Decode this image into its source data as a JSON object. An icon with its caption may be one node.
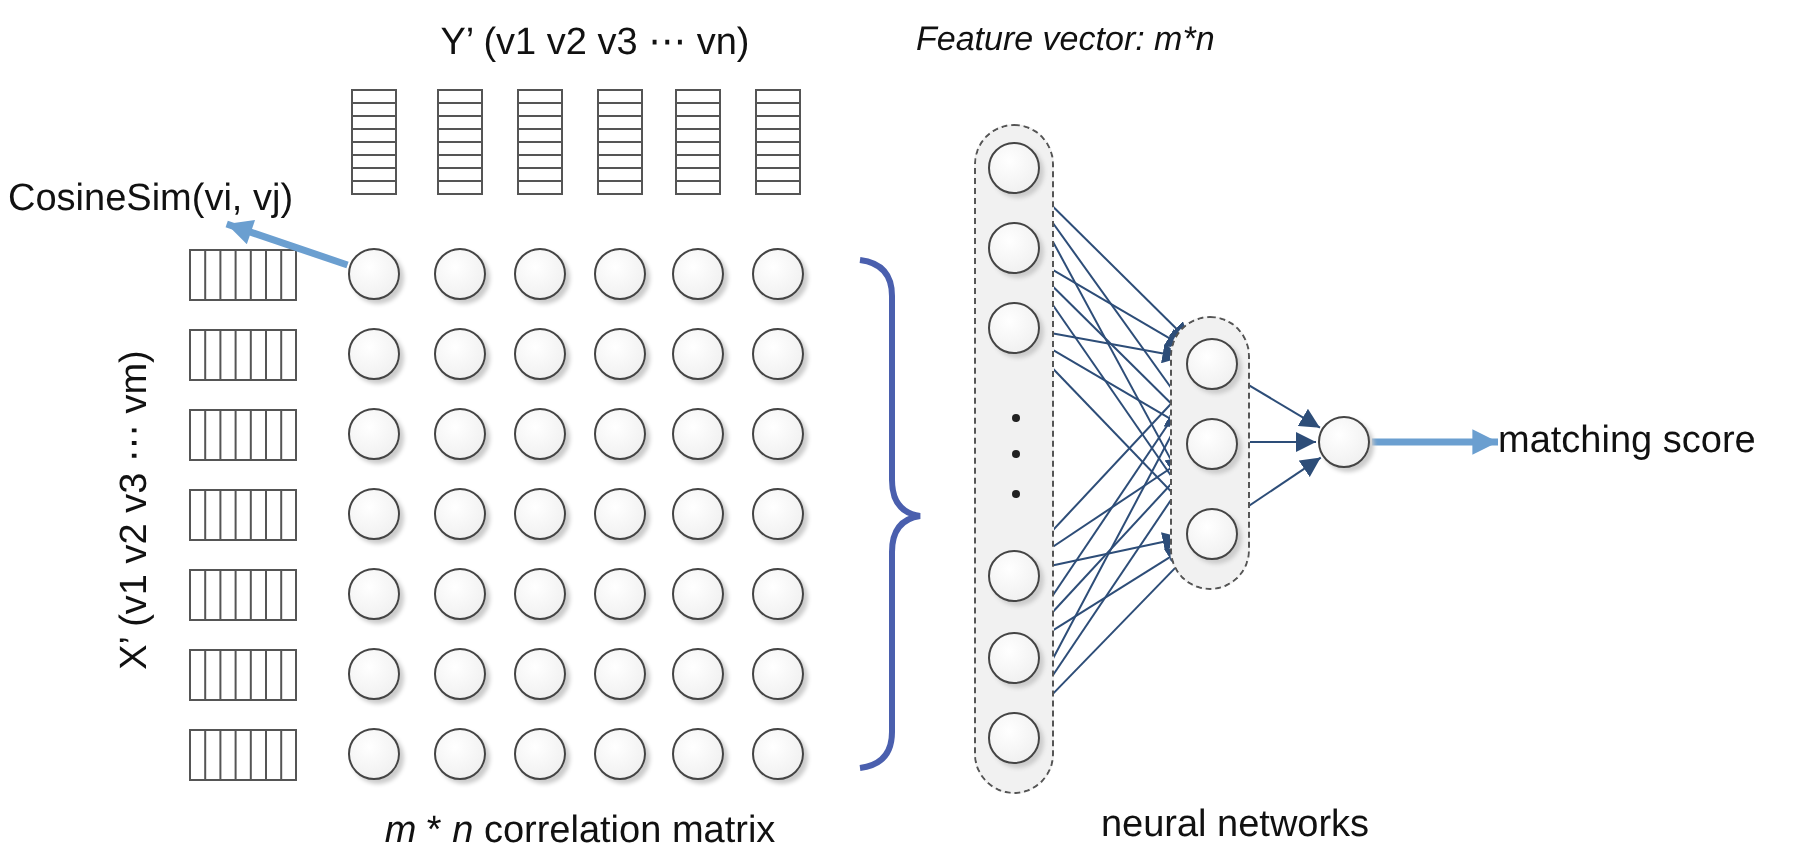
{
  "diagram": {
    "nodes": [
      {
        "text": [
          "CosineSim(vi, vj)"
        ]
      },
      {
        "text": [],
        "shape": "circle"
      },
      {
        "text": [],
        "shape": "circle"
      },
      {
        "text": [],
        "shape": "circle"
      },
      {
        "text": [],
        "shape": "circle"
      },
      {
        "text": [],
        "shape": "circle"
      },
      {
        "text": [],
        "shape": "circle"
      },
      {
        "text": [],
        "shape": "circle"
      },
      {
        "text": [],
        "shape": "circle"
      },
      {
        "text": [],
        "shape": "circle"
      },
      {
        "text": [],
        "shape": "circle"
      },
      {
        "text": [],
        "shape": "circle"
      },
      {
        "text": [],
        "shape": "circle"
      },
      {
        "text": [],
        "shape": "circle"
      },
      {
        "text": [],
        "shape": "circle"
      },
      {
        "text": [],
        "shape": "circle"
      },
      {
        "text": [],
        "shape": "circle"
      },
      {
        "text": [],
        "shape": "circle"
      },
      {
        "text": [],
        "shape": "circle"
      },
      {
        "text": [],
        "shape": "circle"
      },
      {
        "text": [],
        "shape": "circle"
      },
      {
        "text": [],
        "shape": "circle"
      },
      {
        "text": [],
        "shape": "circle"
      },
      {
        "text": [],
        "shape": "circle"
      },
      {
        "text": [],
        "shape": "circle"
      },
      {
        "text": [],
        "shape": "circle"
      },
      {
        "text": [],
        "shape": "circle"
      },
      {
        "text": [],
        "shape": "circle"
      },
      {
        "text": [],
        "shape": "circle"
      },
      {
        "text": [],
        "shape": "circle"
      },
      {
        "text": [],
        "shape": "circle"
      },
      {
        "text": [],
        "shape": "circle"
      },
      {
        "text": [],
        "shape": "circle"
      },
      {
        "text": [],
        "shape": "circle"
      },
      {
        "text": [],
        "shape": "circle"
      },
      {
        "text": [],
        "shape": "circle"
      },
      {
        "text": [],
        "shape": "circle"
      },
      {
        "text": [],
        "shape": "circle"
      },
      {
        "text": [],
        "shape": "circle"
      },
      {
        "text": [],
        "shape": "circle"
      },
      {
        "text": [],
        "shape": "circle"
      },
      {
        "text": [],
        "shape": "circle"
      },
      {
        "text": [],
        "shape": "circle"
      },
      {
        "text": [],
        "shape": "box"
      },
      {
        "text": [],
        "shape": "circle",
        "in": 43
      },
      {
        "text": [],
        "shape": "circle",
        "in": 43
      },
      {
        "text": [],
        "shape": "circle",
        "in": 43
      },
      {
        "text": [],
        "shape": "circle",
        "in": 43
      },
      {
        "text": [],
        "shape": "circle",
        "in": 43
      },
      {
        "text": [],
        "shape": "circle",
        "in": 43
      },
      {
        "text": [],
        "shape": "box"
      },
      {
        "text": [],
        "shape": "circle",
        "in": 50
      },
      {
        "text": [],
        "shape": "circle",
        "in": 50
      },
      {
        "text": [],
        "shape": "circle",
        "in": 50
      },
      {
        "text": [],
        "shape": "circle"
      },
      {
        "text": [
          "matching score"
        ]
      }
    ],
    "edges": [
      {
        "from": 1,
        "to": 0,
        "arrow": "to",
        "style": "thick",
        "color": "#6b9fd0"
      },
      {
        "from": 44,
        "to": 51,
        "arrow": "to"
      },
      {
        "from": 44,
        "to": 52,
        "arrow": "to"
      },
      {
        "from": 44,
        "to": 53,
        "arrow": "to"
      },
      {
        "from": 45,
        "to": 51,
        "arrow": "to"
      },
      {
        "from": 45,
        "to": 52,
        "arrow": "to"
      },
      {
        "from": 45,
        "to": 53,
        "arrow": "to"
      },
      {
        "from": 46,
        "to": 51,
        "arrow": "to"
      },
      {
        "from": 46,
        "to": 52,
        "arrow": "to"
      },
      {
        "from": 46,
        "to": 53,
        "arrow": "to"
      },
      {
        "from": 47,
        "to": 51,
        "arrow": "to"
      },
      {
        "from": 47,
        "to": 52,
        "arrow": "to"
      },
      {
        "from": 47,
        "to": 53,
        "arrow": "to"
      },
      {
        "from": 48,
        "to": 51,
        "arrow": "to"
      },
      {
        "from": 48,
        "to": 52,
        "arrow": "to"
      },
      {
        "from": 48,
        "to": 53,
        "arrow": "to"
      },
      {
        "from": 49,
        "to": 51,
        "arrow": "to"
      },
      {
        "from": 49,
        "to": 52,
        "arrow": "to"
      },
      {
        "from": 49,
        "to": 53,
        "arrow": "to"
      },
      {
        "from": 51,
        "to": 54,
        "arrow": "to"
      },
      {
        "from": 52,
        "to": 54,
        "arrow": "to"
      },
      {
        "from": 53,
        "to": 54,
        "arrow": "to"
      },
      {
        "from": 54,
        "to": 55,
        "arrow": "to",
        "style": "thick",
        "color": "#6b9fd0"
      }
    ],
    "labels": [
      "Y’ (v1 v2 v3 ⋯ vn)",
      "Feature vector: m*n",
      "X’ (v1 v2 v3 ⋯ vm)",
      "*m* * *n* correlation matrix",
      "neural networks"
    ]
  }
}
